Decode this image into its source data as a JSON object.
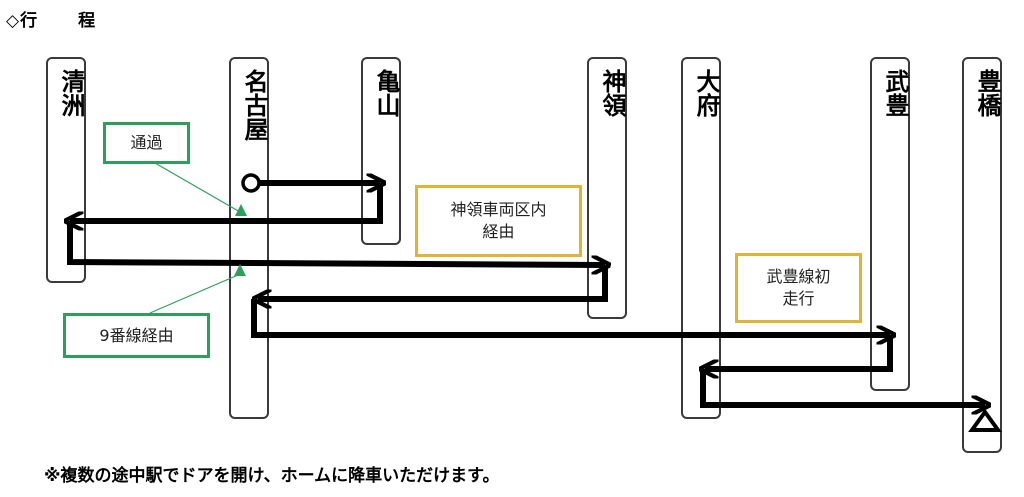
{
  "heading": {
    "prefix": "◇行",
    "suffix": "程"
  },
  "stations": [
    {
      "id": "kiyosu",
      "label": "清洲"
    },
    {
      "id": "nagoya",
      "label": "名古屋"
    },
    {
      "id": "kameyama",
      "label": "亀山"
    },
    {
      "id": "jinryo",
      "label": "神領"
    },
    {
      "id": "obu",
      "label": "大府"
    },
    {
      "id": "taketoyo",
      "label": "武豊"
    },
    {
      "id": "toyohashi",
      "label": "豊橋"
    }
  ],
  "notes": {
    "pass": "通過",
    "via_track9": "9番線経由",
    "depot": "神領車両区内\n経由",
    "taketoyo_first": "武豊線初\n走行"
  },
  "colors": {
    "green": "#2e9e5b",
    "gold": "#e0b534",
    "route": "#000000"
  },
  "footer": "※複数の途中駅でドアを開け、ホームに降車いただけます。"
}
